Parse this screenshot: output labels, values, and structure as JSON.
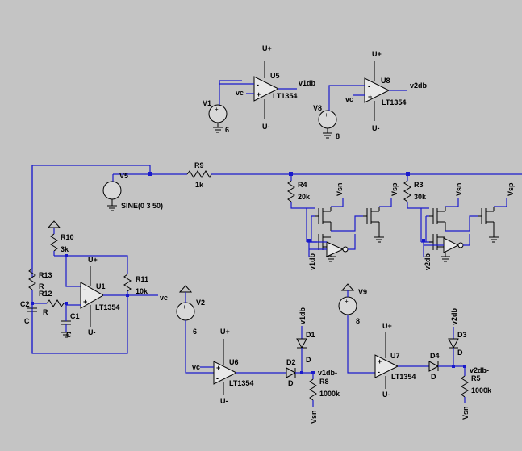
{
  "labels": {
    "u5": "U5",
    "u5_part": "LT1354",
    "u5_out": "v1db",
    "u5_in": "vc",
    "u5_plus": "+",
    "u5_minus": "-",
    "u8": "U8",
    "u8_part": "LT1354",
    "u8_out": "v2db",
    "u8_in": "vc",
    "u8_plus": "+",
    "u8_minus": "-",
    "v1": "V1",
    "v1_val": "6",
    "v8": "V8",
    "v8_val": "8",
    "v5": "V5",
    "v5_val": "SINE(0 3 50)",
    "r9": "R9",
    "r9_val": "1k",
    "r4": "R4",
    "r4_val": "20k",
    "r3": "R3",
    "r3_val": "30k",
    "vsn1": "Vsn",
    "vsp1": "Vsp",
    "vsn2": "Vsn",
    "vsp2": "Vsp",
    "v1db_gate": "v1db",
    "v2db_gate": "v2db",
    "r10": "R10",
    "r10_val": "3k",
    "r11": "R11",
    "r11_val": "10k",
    "r13": "R13",
    "r13_val": "R",
    "r12": "R12",
    "r12_val": "R",
    "c2": "C2",
    "c2_val": "C",
    "c1": "C1",
    "c1_val": "C",
    "u1": "U1",
    "u1_part": "LT1354",
    "u1_out": "vc",
    "v2": "V2",
    "v2_val": "6",
    "u6": "U6",
    "u6_part": "LT1354",
    "u6_in": "vc",
    "d1": "D1",
    "d1_val": "D",
    "d1_top": "v1db",
    "d2": "D2",
    "d2_val": "D",
    "r8": "R8",
    "r8_val": "1000k",
    "r8_node": "v1db-",
    "r8_bottom": "Vsn",
    "v9": "V9",
    "v9_val": "8",
    "u7": "U7",
    "u7_part": "LT1354",
    "d3": "D3",
    "d3_val": "D",
    "d3_top": "v2db",
    "d4": "D4",
    "d4_val": "D",
    "r5": "R5",
    "r5_val": "1000k",
    "r5_node": "v2db-",
    "r5_bottom": "Vsn"
  }
}
